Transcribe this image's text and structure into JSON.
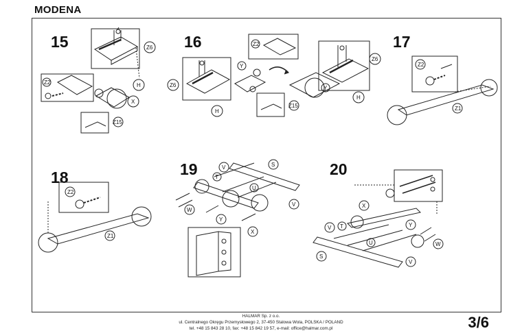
{
  "title": "MODENA",
  "steps": [
    "15",
    "16",
    "17",
    "18",
    "19",
    "20"
  ],
  "labels": {
    "z6": "Z6",
    "z2": "Z2",
    "z15": "Z15",
    "z1": "Z1",
    "h": "H",
    "x": "X",
    "y": "Y",
    "v": "V",
    "t": "T",
    "u": "U",
    "s": "S",
    "w": "W"
  },
  "footer": {
    "company": "HALMAR Sp. z o.o.",
    "address": "ul. Centralnego Okręgu Przemysłowego 2, 37-450 Stalowa Wola, POLSKA / POLAND",
    "contact": "tel. +48 15 843 28 10, fax: +48 15 842 19 57, e-mail: office@halmar.com.pl"
  },
  "page_number": "3/6"
}
